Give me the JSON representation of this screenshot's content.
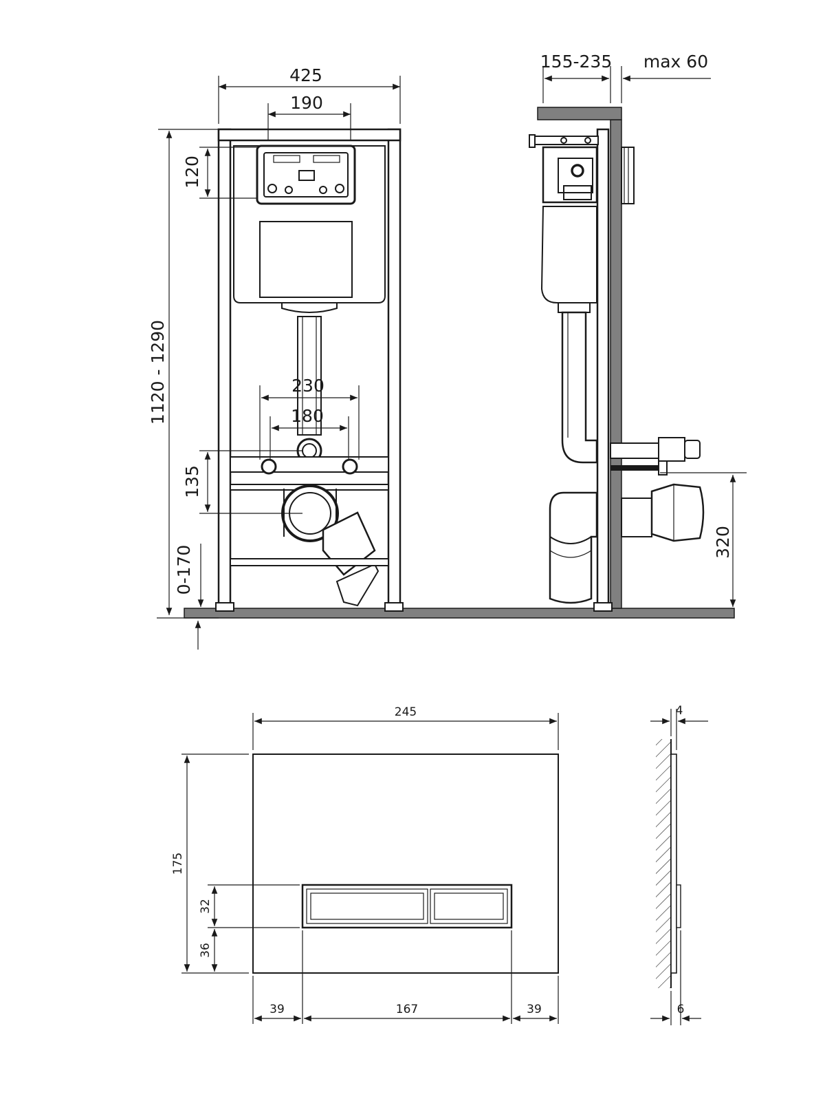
{
  "frame_front": {
    "width_total": "425",
    "width_tank_box": "190",
    "height_range": "1120 - 1290",
    "box_height": "120",
    "bolt_spacing_outer": "230",
    "bolt_spacing_inner": "180",
    "drain_offset": "135",
    "leg_adjust": "0-170"
  },
  "frame_side": {
    "wall_depth": "155-235",
    "max_depth": "max 60",
    "drain_height": "320"
  },
  "plate_front": {
    "width": "245",
    "height": "175",
    "button_height": "32",
    "button_bottom_offset": "36",
    "margin_left": "39",
    "button_width": "167",
    "margin_right": "39"
  },
  "plate_side": {
    "thickness_top": "4",
    "thickness_bottom": "6"
  }
}
